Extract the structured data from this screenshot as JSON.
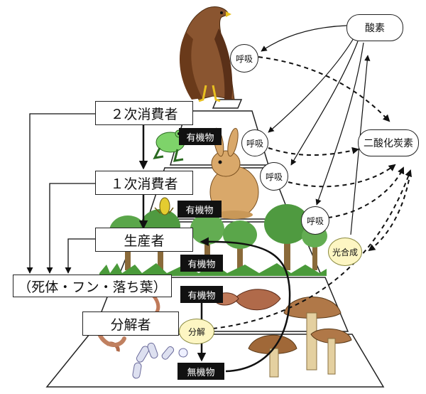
{
  "levels": {
    "secondary_consumer": "２次消費者",
    "primary_consumer": "１次消費者",
    "producer": "生産者",
    "dead_matter": "（死体・フン・落ち葉）",
    "decomposer": "分解者"
  },
  "materials": {
    "organic_1": "有機物",
    "organic_2": "有機物",
    "organic_3": "有機物",
    "organic_4": "有機物",
    "inorganic": "無機物"
  },
  "processes": {
    "respiration_hawk": "呼吸",
    "respiration_frog": "呼吸",
    "respiration_rabbit": "呼吸",
    "respiration_plants": "呼吸",
    "photosynthesis": "光合成",
    "decomposition": "分解"
  },
  "gases": {
    "oxygen": "酸素",
    "carbon_dioxide": "二酸化炭素"
  }
}
